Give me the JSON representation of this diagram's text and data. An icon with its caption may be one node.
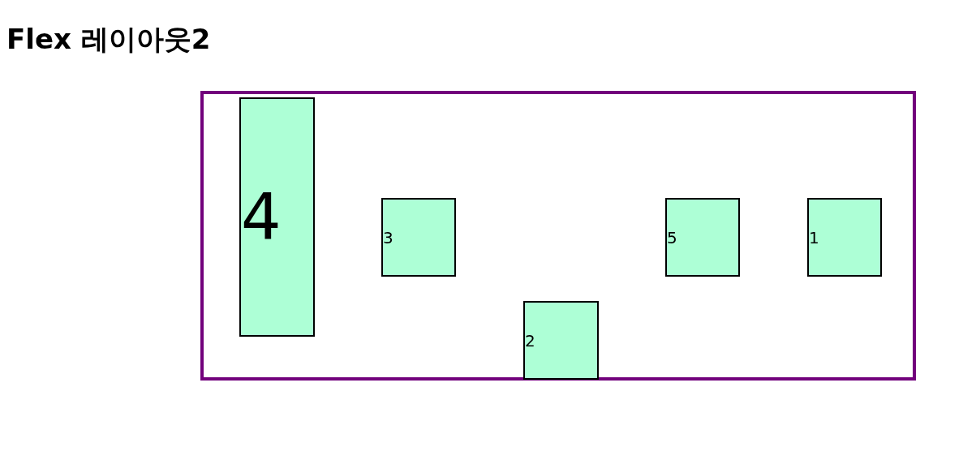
{
  "diagram": {
    "title": "Flex 레이아웃2",
    "nodes": [
      {
        "text": [],
        "shape": "box"
      },
      {
        "text": [
          "4"
        ],
        "in": 0
      },
      {
        "text": [
          "3"
        ],
        "in": 0
      },
      {
        "text": [
          "2"
        ],
        "in": 0
      },
      {
        "text": [
          "5"
        ],
        "in": 0
      },
      {
        "text": [
          "1"
        ],
        "in": 0
      }
    ]
  }
}
